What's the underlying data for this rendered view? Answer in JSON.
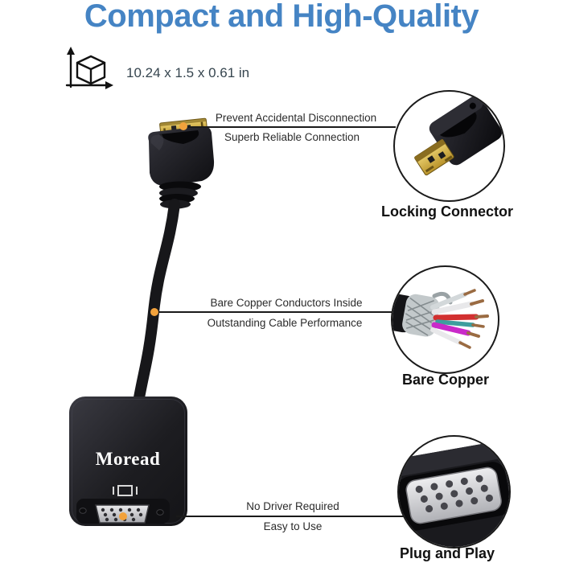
{
  "title": {
    "text": "Compact and High-Quality"
  },
  "dimensions": {
    "text": "10.24 x 1.5 x 0.61 in"
  },
  "product": {
    "brand": "Moread"
  },
  "callouts": {
    "locking": {
      "line1": "Prevent Accidental Disconnection",
      "line2": "Superb Reliable Connection",
      "inset_label": "Locking Connector"
    },
    "copper": {
      "line1": "Bare Copper Conductors Inside",
      "line2": "Outstanding Cable Performance",
      "inset_label": "Bare Copper"
    },
    "plug": {
      "line1": "No Driver Required",
      "line2": "Easy to Use",
      "inset_label": "Plug and Play"
    }
  },
  "icons": {
    "cube_dimensions": "cube-dimensions-icon",
    "monitor": "monitor-icon"
  },
  "colors": {
    "title_blue": "#4584c4",
    "dimension_text": "#36454f",
    "callout_line": "#1a1a1a",
    "accent_dot_orange": "#f2a23c",
    "connector_gold": "#d4a93a",
    "product_black": "#18181b"
  }
}
